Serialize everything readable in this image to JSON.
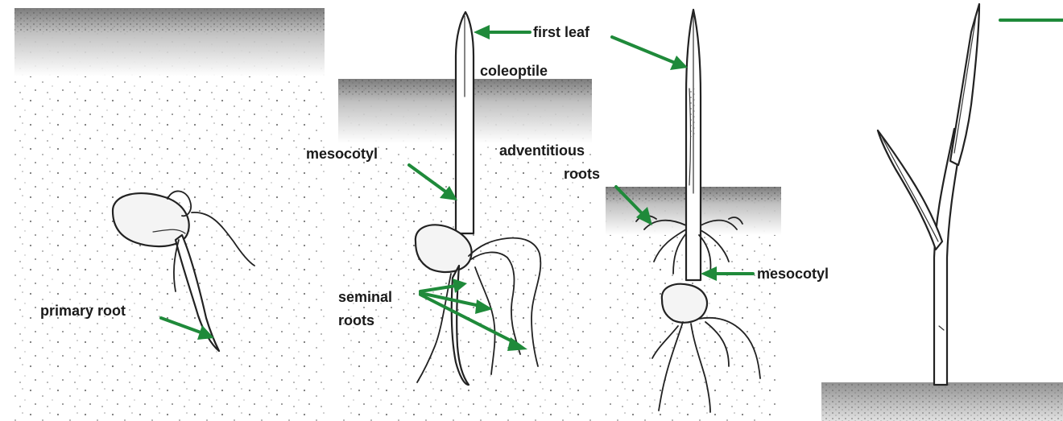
{
  "labels": {
    "first_leaf": "first leaf",
    "coleoptile": "coleoptile",
    "mesocotyl_1": "mesocotyl",
    "adventitious_1": "adventitious",
    "adventitious_2": "roots",
    "seminal_1": "seminal",
    "seminal_2": "roots",
    "mesocotyl_2": "mesocotyl",
    "primary_root": "primary root"
  },
  "colors": {
    "arrow": "#1f8a3a",
    "soil_dark": "#7a7a7a",
    "ink": "#222222"
  }
}
